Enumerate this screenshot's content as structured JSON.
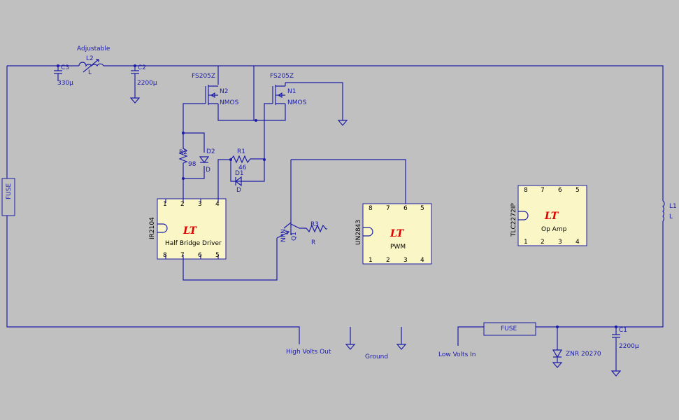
{
  "colors": {
    "background": "#c0c0c0",
    "wire": "#1c1ca8",
    "ic_fill": "#fbf6c6",
    "logo": "#e00000"
  },
  "labels": {
    "adjustable": "Adjustable",
    "l2_ref": "L2",
    "l2_val": "L",
    "c3_ref": "C3",
    "c3_val": "330µ",
    "c2_ref": "C2",
    "c2_val": "2200µ",
    "fuse_left": "FUSE",
    "fuse_bottom": "FUSE",
    "n2_part": "FS205Z",
    "n2_ref": "N2",
    "n2_type": "NMOS",
    "n1_part": "FS205Z",
    "n1_ref": "N1",
    "n1_type": "NMOS",
    "r2_ref": "R2",
    "r2_val": "98",
    "d2_ref": "D2",
    "d2_val": "D",
    "r1_ref": "R1",
    "r1_val": "46",
    "d1_ref": "D1",
    "d1_val": "D",
    "q1_type": "NPN",
    "q1_ref": "Q1",
    "r3_ref": "R3",
    "r3_val": "R",
    "l1_ref": "L1",
    "l1_val": "L",
    "c1_ref": "C1",
    "c1_val": "2200µ",
    "znr": "ZNR 20270",
    "high_volts_out": "High Volts Out",
    "ground": "Ground",
    "low_volts_in": "Low Volts In"
  },
  "chips": {
    "half_bridge": {
      "part": "IR2104",
      "name": "Half Bridge Driver",
      "logo": "LT",
      "pins_top": [
        "1",
        "2",
        "3",
        "4"
      ],
      "pins_bottom": [
        "8",
        "7",
        "6",
        "5"
      ]
    },
    "pwm": {
      "part": "UN2843",
      "name": "PWM",
      "logo": "LT",
      "pins_top": [
        "8",
        "7",
        "6",
        "5"
      ],
      "pins_bottom": [
        "1",
        "2",
        "3",
        "4"
      ]
    },
    "opamp": {
      "part": "TLC2272IP",
      "name": "Op Amp",
      "logo": "LT",
      "pins_top": [
        "8",
        "7",
        "6",
        "5"
      ],
      "pins_bottom": [
        "1",
        "2",
        "3",
        "4"
      ]
    }
  }
}
